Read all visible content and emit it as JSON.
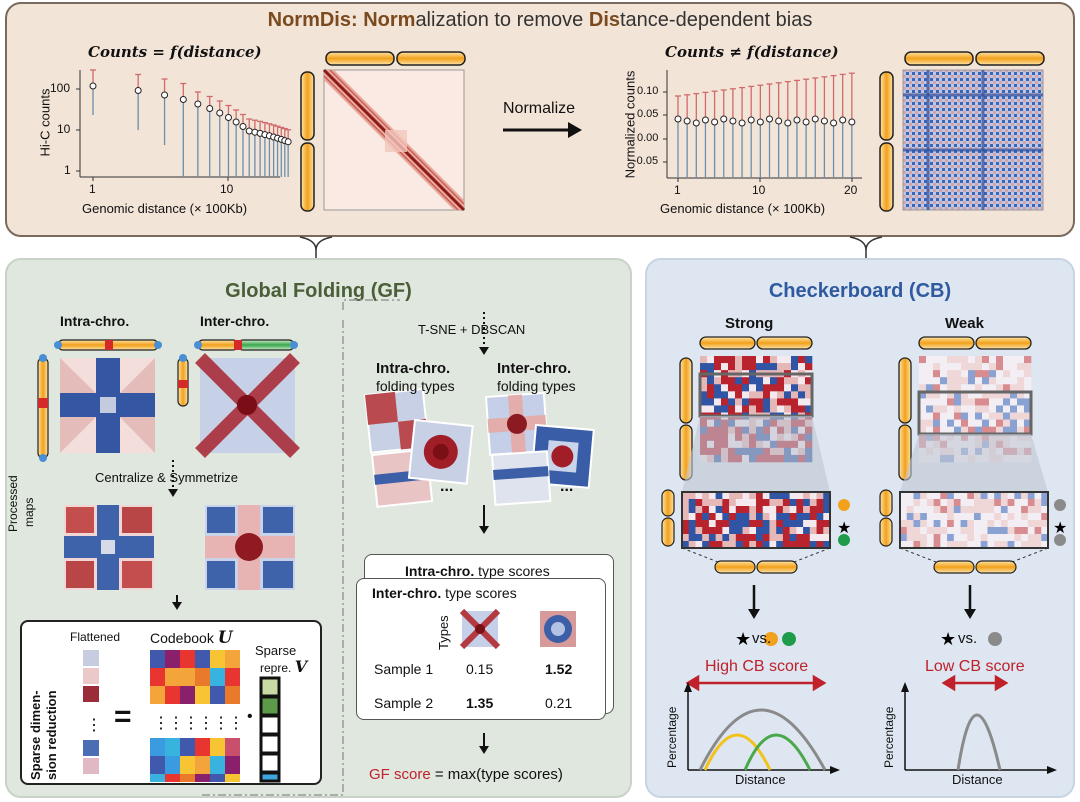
{
  "normdis": {
    "title_prefix": "NormDis:",
    "title_norm": "Norm",
    "title_mid": "alization to remove",
    "title_dis": "Dis",
    "title_suffix": "tance-dependent bias",
    "left_eq": "Counts = f(distance)",
    "right_eq": "Counts ≠ f(distance)",
    "normalize_label": "Normalize",
    "left_plot": {
      "ylabel": "Hi-C counts",
      "xlabel": "Genomic distance (× 100Kb)",
      "yticks": [
        "100",
        "10",
        "1"
      ],
      "xticks": [
        "1",
        "10"
      ]
    },
    "right_plot": {
      "ylabel": "Normalized counts",
      "xlabel": "Genomic distance (× 100Kb)",
      "yticks": [
        "0.10",
        "0.05",
        "0.00",
        "-0.05"
      ],
      "xticks": [
        "1",
        "10",
        "20"
      ]
    }
  },
  "gf": {
    "title": "Global Folding (GF)",
    "intra_label": "Intra-chro.",
    "inter_label": "Inter-chro.",
    "centralize_label": "Centralize & Symmetrize",
    "processed_label_1": "Processed",
    "processed_label_2": "maps",
    "tsne_label": "T-SNE + DBSCAN",
    "intra_types_1": "Intra-chro.",
    "intra_types_2": "folding types",
    "inter_types_1": "Inter-chro.",
    "inter_types_2": "folding types",
    "ellipsis": "...",
    "sdr_label_1": "Sparse dimen-",
    "sdr_label_2": "sion reduction",
    "flattened": "Flattened",
    "codebook": "Codebook",
    "codebook_sym": "U",
    "sparse_1": "Sparse",
    "sparse_2": "repre.",
    "sparse_sym": "V",
    "equals": "=",
    "dot": "•",
    "intra_scores_bold": "Intra-chro.",
    "intra_scores_rest": " type scores",
    "inter_scores_bold": "Inter-chro.",
    "inter_scores_rest": " type scores",
    "types_label": "Types",
    "rows": [
      {
        "name": "Sample 1",
        "v1": "0.15",
        "v2": "1.52"
      },
      {
        "name": "Sample 2",
        "v1": "1.35",
        "v2": "0.21"
      }
    ],
    "gf_score_red": "GF score",
    "gf_score_rest": " = max(type scores)"
  },
  "cb": {
    "title": "Checkerboard (CB)",
    "strong": "Strong",
    "weak": "Weak",
    "vs": "vs.",
    "high": "High CB score",
    "low": "Low CB score",
    "ylabel": "Percentage",
    "xlabel": "Distance"
  },
  "colors": {
    "gf_title": "#4a5e37",
    "cb_title": "#2f5aa0",
    "normdis_title": "#7b4a1f",
    "accent_red": "#c0212a",
    "orange": "#f2a11b",
    "green": "#1f9c4a",
    "gray": "#8a8a8a"
  }
}
